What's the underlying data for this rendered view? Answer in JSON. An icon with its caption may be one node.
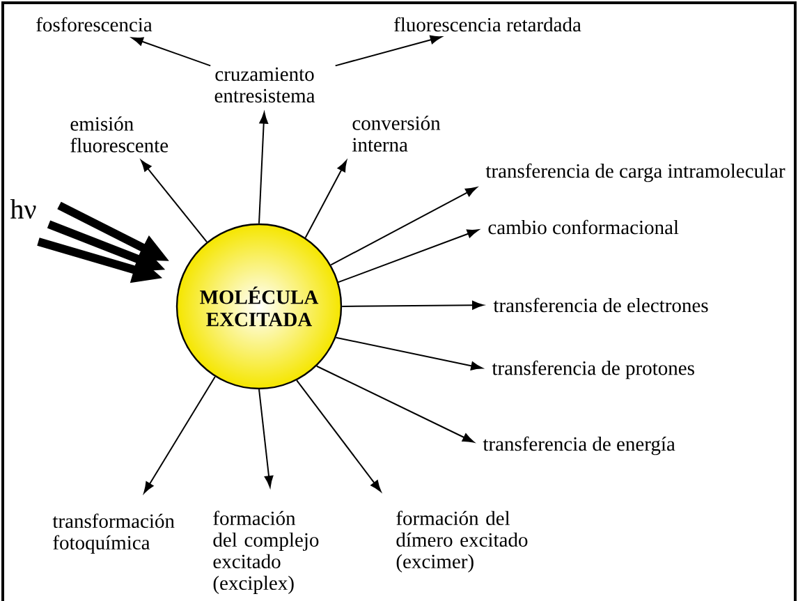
{
  "diagram": {
    "nodes": [
      {
        "text": [
          "MOLÉCULA EXCITADA"
        ]
      },
      {
        "text": [
          "cruzamiento entresistema"
        ]
      },
      {
        "text": [
          "fosforescencia"
        ]
      },
      {
        "text": [
          "fluorescencia retardada"
        ]
      },
      {
        "text": [
          "emisión fluorescente"
        ]
      },
      {
        "text": [
          "conversión interna"
        ]
      },
      {
        "text": [
          "transferencia de carga intramolecular"
        ]
      },
      {
        "text": [
          "cambio conformacional"
        ]
      },
      {
        "text": [
          "transferencia de electrones"
        ]
      },
      {
        "text": [
          "transferencia de protones"
        ]
      },
      {
        "text": [
          "transferencia de energía"
        ]
      },
      {
        "text": [
          "transformación fotoquímica"
        ]
      },
      {
        "text": [
          "formación del complejo excitado (exciplex)"
        ]
      },
      {
        "text": [
          "formación del dímero excitado (excimer)"
        ]
      }
    ],
    "edges": [
      {
        "from": 0,
        "to": 1,
        "arrow": "to"
      },
      {
        "from": 1,
        "to": 2,
        "arrow": "to"
      },
      {
        "from": 1,
        "to": 3,
        "arrow": "to"
      },
      {
        "from": 0,
        "to": 4,
        "arrow": "to"
      },
      {
        "from": 0,
        "to": 5,
        "arrow": "to"
      },
      {
        "from": 0,
        "to": 6,
        "arrow": "to"
      },
      {
        "from": 0,
        "to": 7,
        "arrow": "to"
      },
      {
        "from": 0,
        "to": 8,
        "arrow": "to"
      },
      {
        "from": 0,
        "to": 9,
        "arrow": "to"
      },
      {
        "from": 0,
        "to": 10,
        "arrow": "to"
      },
      {
        "from": 0,
        "to": 11,
        "arrow": "to"
      },
      {
        "from": 0,
        "to": 12,
        "arrow": "to"
      },
      {
        "from": 0,
        "to": 13,
        "arrow": "to"
      },
      {
        "from": null,
        "to": 0,
        "arrow": "to",
        "style": "thick"
      },
      {
        "from": null,
        "to": 0,
        "arrow": "to",
        "style": "thick"
      },
      {
        "from": null,
        "to": 0,
        "arrow": "to",
        "style": "thick"
      }
    ],
    "labels": [
      "hν"
    ]
  }
}
